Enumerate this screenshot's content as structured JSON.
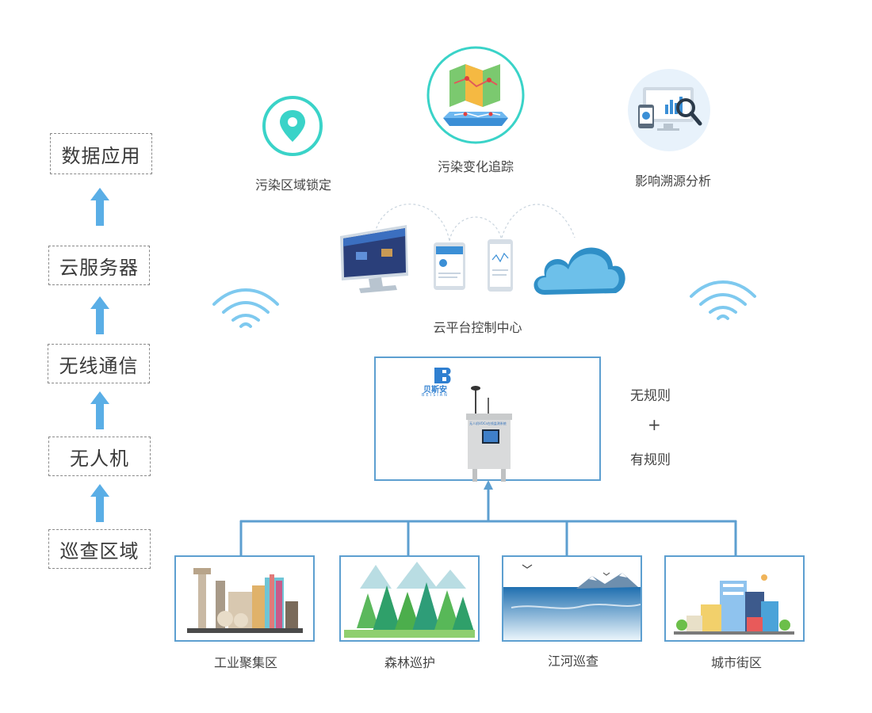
{
  "layer_stack": [
    {
      "label": "数据应用"
    },
    {
      "label": "云服务器"
    },
    {
      "label": "无线通信"
    },
    {
      "label": "无人机"
    },
    {
      "label": "巡查区域"
    }
  ],
  "applications": [
    {
      "label": "污染区域锁定",
      "icon": "location-pin-icon"
    },
    {
      "label": "污染变化追踪",
      "icon": "map-icon"
    },
    {
      "label": "影响溯源分析",
      "icon": "analysis-icon"
    }
  ],
  "cloud_platform": {
    "label": "云平台控制中心"
  },
  "device": {
    "brand_cn": "贝斯安",
    "brand_en": "BEISIAN",
    "panel_title": "无人机VOCs在线监测系统"
  },
  "rules": {
    "line1": "无规则",
    "plus": "+",
    "line2": "有规则"
  },
  "areas": [
    {
      "label": "工业聚集区"
    },
    {
      "label": "森林巡护"
    },
    {
      "label": "江河巡查"
    },
    {
      "label": "城市街区"
    }
  ],
  "colors": {
    "arrow": "#5aaee6",
    "line": "#5d9fd0",
    "teal": "#3ad3c8",
    "cloud": "#2f8fc7"
  }
}
